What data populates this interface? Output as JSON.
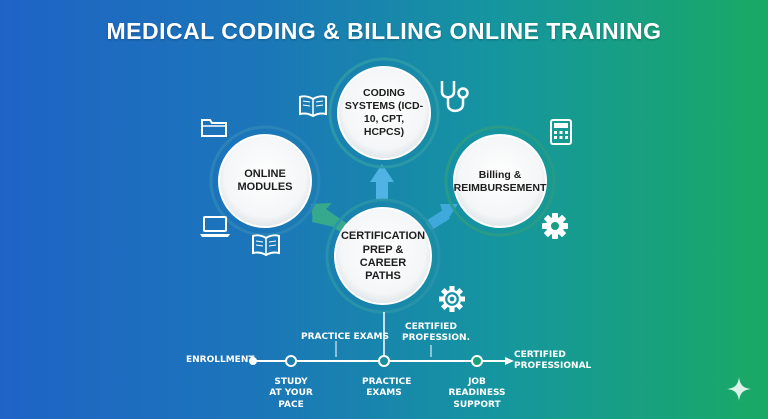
{
  "title": "MEDICAL CODING & BILLING ONLINE TRAINING",
  "nodes": {
    "coding": "CODING SYSTEMS (ICD-10, CPT, HCPCS)",
    "modules": "ONLINE MODULES",
    "billing": "Billing & REIMBURSEMENT",
    "certification": "CERTIFICATION PREP & CAREER PATHS"
  },
  "timeline": {
    "enrollment": "ENROLLMENT",
    "study": "STUDY AT YOUR PACE",
    "practice_exams_top": "PRACTICE EXAMS",
    "practice_exams_bottom": "PRACTICE EXAMS",
    "certified_profession": "CERTIFIED PROFESSION.",
    "job_readiness": "JOB READINESS SUPPORT",
    "certified_professional": "CERTIFIED PROFESSIONAL"
  },
  "icons": [
    "open-book-icon",
    "stethoscope-icon",
    "folder-icon",
    "calculator-icon",
    "laptop-icon",
    "open-book-icon",
    "gear-icon",
    "gear-icon",
    "sparkle-icon"
  ]
}
